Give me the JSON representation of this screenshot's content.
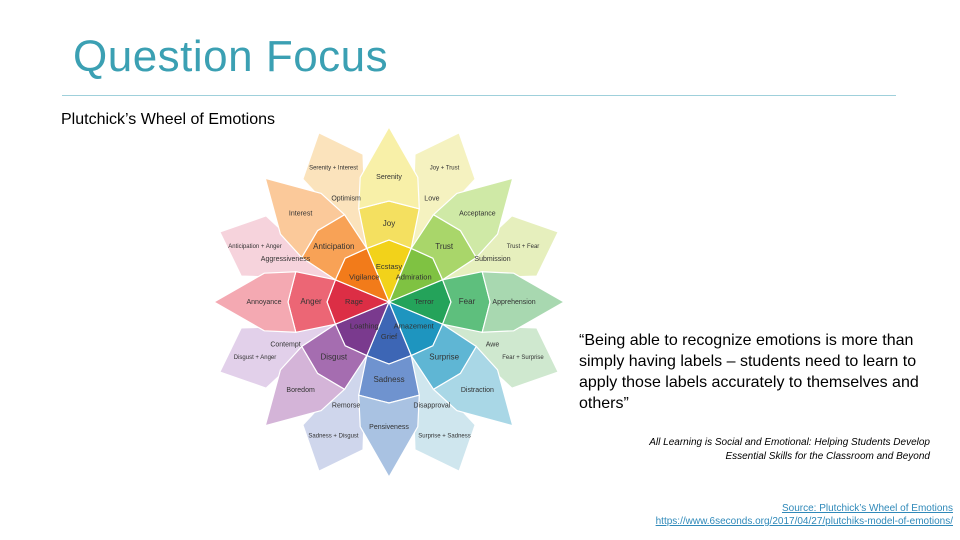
{
  "slide": {
    "title": "Question Focus",
    "subtitle": "Plutchick’s Wheel of Emotions",
    "quote": "“Being able to recognize emotions is more than simply having labels – students need to learn to apply those labels accurately to themselves and others”",
    "citation": {
      "line1": "All Learning is Social and Emotional: Helping Students Develop",
      "line2": "Essential Skills for the Classroom and Beyond"
    },
    "source": {
      "line1": "Source: Plutchick’s Wheel of Emotions",
      "line2": "https://www.6seconds.org/2017/04/27/plutchiks-model-of-emotions/"
    },
    "colors": {
      "title": "#3ba0b3",
      "rule": "#9fd0db",
      "link": "#2f89b9"
    }
  },
  "wheel": {
    "petals": [
      {
        "outer": "Serenity",
        "mid": "Joy",
        "inner": "Ecstasy",
        "colors": [
          "#f8f0a8",
          "#f4e060",
          "#f2d21a"
        ]
      },
      {
        "outer": "Acceptance",
        "mid": "Trust",
        "inner": "Admiration",
        "colors": [
          "#cfe9a6",
          "#a9d66a",
          "#7fc242"
        ]
      },
      {
        "outer": "Apprehension",
        "mid": "Fear",
        "inner": "Terror",
        "colors": [
          "#a8d8b0",
          "#5ebf7d",
          "#24a35a"
        ]
      },
      {
        "outer": "Distraction",
        "mid": "Surprise",
        "inner": "Amazement",
        "colors": [
          "#a9d7e6",
          "#5fb6d4",
          "#1e95bf"
        ]
      },
      {
        "outer": "Pensiveness",
        "mid": "Sadness",
        "inner": "Grief",
        "colors": [
          "#a9c2e2",
          "#6f93cf",
          "#3d66b5"
        ]
      },
      {
        "outer": "Boredom",
        "mid": "Disgust",
        "inner": "Loathing",
        "colors": [
          "#d4b4d8",
          "#a56db0",
          "#7a3a8e"
        ]
      },
      {
        "outer": "Annoyance",
        "mid": "Anger",
        "inner": "Rage",
        "colors": [
          "#f4a9b2",
          "#ec6675",
          "#dc2e45"
        ]
      },
      {
        "outer": "Interest",
        "mid": "Anticipation",
        "inner": "Vigilance",
        "colors": [
          "#fbc99a",
          "#f8a256",
          "#f27b1a"
        ]
      }
    ],
    "dyads": [
      "Love",
      "Submission",
      "Awe",
      "Disapproval",
      "Remorse",
      "Contempt",
      "Aggressiveness",
      "Optimism"
    ],
    "dyad_labels": [
      "Joy + Trust",
      "Trust + Fear",
      "Fear + Surprise",
      "Surprise + Sadness",
      "Sadness + Disgust",
      "Disgust + Anger",
      "Anticipation + Anger",
      "Serenity + Interest"
    ],
    "dyad_colors": [
      "#f5f2c0",
      "#e6efbd",
      "#cfe8cf",
      "#cfe6ee",
      "#cfd6ec",
      "#e2d0ea",
      "#f6d3dc",
      "#fbe3bc"
    ]
  }
}
